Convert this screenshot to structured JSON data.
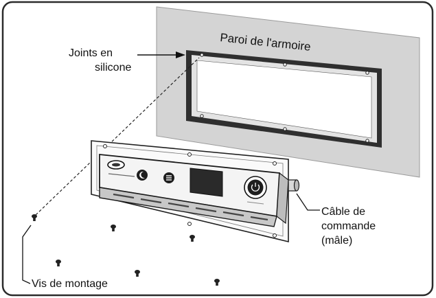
{
  "labels": {
    "wall": "Paroi de l'armoire",
    "seal_line1": "Joints en",
    "seal_line2": "silicone",
    "cable_line1": "Câble de",
    "cable_line2": "commande",
    "cable_line3": "(mâle)",
    "screws": "Vis de montage"
  },
  "colors": {
    "frame": "#2b2b2b",
    "wall_fill": "#d4d4d4",
    "opening_fill": "#ffffff",
    "panel_fill": "#f2f2f2",
    "display_fill": "#2a2a2a",
    "knob_fill": "#1e1e1e"
  },
  "icons": [
    "moon-icon",
    "menu-icon",
    "power-knob-icon",
    "logo-badge"
  ]
}
